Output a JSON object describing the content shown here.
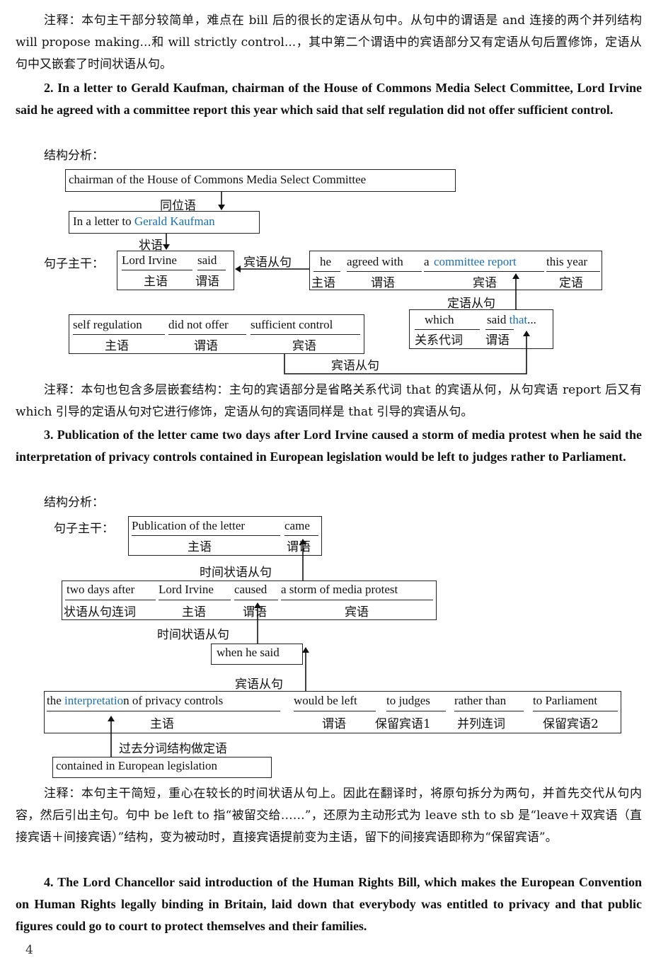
{
  "para1": "注释：本句主干部分较简单，难点在 bill 后的很长的定语从句中。从句中的谓语是 and 连接的两个并列结构 will propose making...和 will strictly control...，其中第二个谓语中的宾语部分又有定语从句后置修饰，定语从句中又嵌套了时间状语从句。",
  "q2": "2. In a letter to Gerald Kaufman, chairman of the House of Commons Media Select Committee, Lord Irvine said he agreed with a committee report this year which said that self regulation did not offer sufficient control.",
  "struct_label": "结构分析：",
  "d1": {
    "chairman": "chairman of the House of Commons Media Select Committee",
    "appositive": "同位语",
    "letter_pre": "In a letter to ",
    "letter_blue": "Gerald Kaufman",
    "adverbial": "状语",
    "main_label": "句子主干：",
    "lord": "Lord Irvine",
    "said": "said",
    "subject": "主语",
    "predicate": "谓语",
    "object_clause": "宾语从句",
    "he": "he",
    "agreed": "agreed with",
    "a": "a",
    "cr_blue": "committee report",
    "thisyear": "this year",
    "object": "宾语",
    "attrib": "定语",
    "attrib_clause": "定语从句",
    "which": "which",
    "said2": "said",
    "that_blue": "that",
    "ellipsis": "...",
    "relpron": "关系代词",
    "self_reg": "self regulation",
    "didnot": "did not offer",
    "suff": "sufficient control",
    "object_clause2": "宾语从句"
  },
  "para2": "注释：本句也包含多层嵌套结构：主句的宾语部分是省略关系代词 that 的宾语从何，从句宾语 report 后又有 which 引导的定语从句对它进行修饰，定语从句的宾语同样是 that 引导的宾语从句。",
  "q3": "3. Publication of the letter came two days after Lord Irvine caused a storm of media protest when he said the interpretation of privacy controls contained in European legislation would be left to judges rather to Parliament.",
  "d2": {
    "main_label": "句子主干：",
    "pub": "Publication of the letter",
    "came": "came",
    "subject": "主语",
    "predicate": "谓语",
    "time_clause": "时间状语从句",
    "twodays": "two days after",
    "lord": "Lord Irvine",
    "caused": "caused",
    "storm": "a storm of media protest",
    "conj": "状语从句连词",
    "object": "宾语",
    "time_clause2": "时间状语从句",
    "whenhesaid": "when he said",
    "object_clause": "宾语从句",
    "the": "the ",
    "interp_blue": "interpretatio",
    "interp_rest": "n of privacy controls",
    "wouldbe": "would be left",
    "tojudges": "to judges",
    "rather": "rather than",
    "toparl": "to Parliament",
    "retained1": "保留宾语1",
    "coordconj": "并列连词",
    "retained2": "保留宾语2",
    "participle": "过去分词结构做定语",
    "contained": "contained in European legislation"
  },
  "para3": "注释：本句主干简短，重心在较长的时间状语从句上。因此在翻译时，将原句拆分为两句，并首先交代从句内容，然后引出主句。句中 be left to 指“被留交给……”，还原为主动形式为 leave sth to sb 是“leave＋双宾语（直接宾语＋间接宾语）”结构，变为被动时，直接宾语提前变为主语，留下的间接宾语即称为“保留宾语”。",
  "q4": "4. The Lord Chancellor said introduction of the Human Rights Bill, which makes the European Convention on Human Rights legally binding in Britain, laid down that everybody was entitled to privacy and that public figures could go to court to protect themselves and their families.",
  "page_number": "4"
}
